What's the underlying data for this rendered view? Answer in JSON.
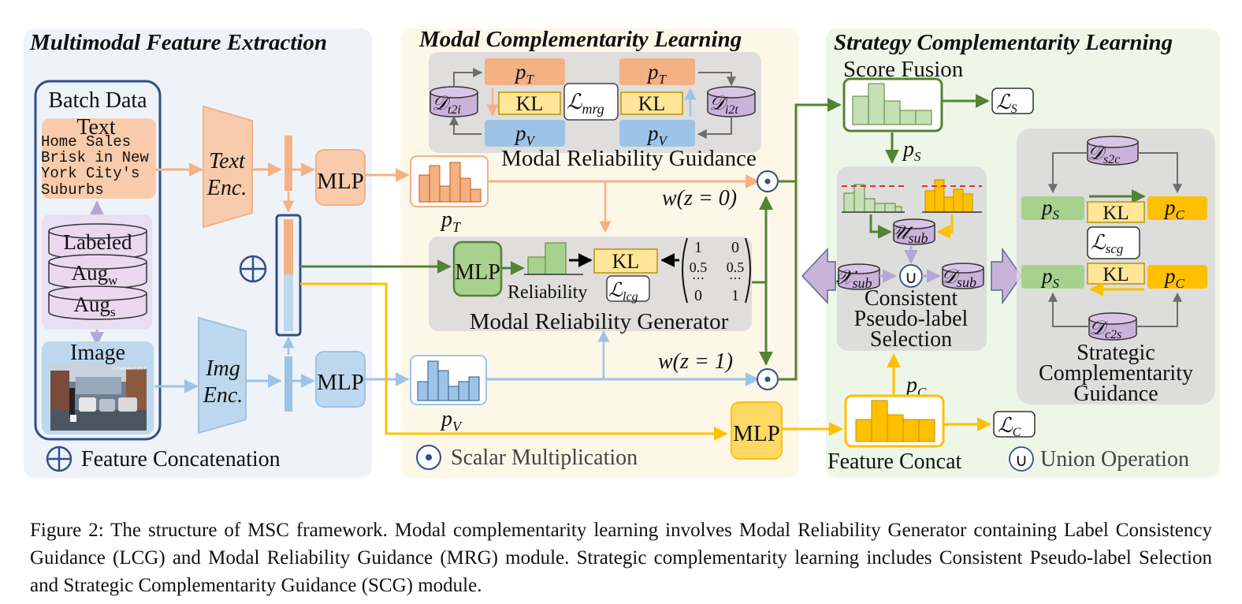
{
  "sections": {
    "extraction": "Multimodal Feature Extraction",
    "modal": "Modal Complementarity Learning",
    "strategy": "Strategy Complementarity Learning"
  },
  "batch": {
    "title": "Batch Data",
    "text_label": "Text",
    "text_content": [
      "Home Sales",
      "Brisk in New",
      "York City's",
      "Suburbs"
    ],
    "labeled": "Labeled",
    "aug_w": "Aug",
    "aug_w_sub": "w",
    "aug_s": "Aug",
    "aug_s_sub": "s",
    "image_label": "Image",
    "image_watermark": "© Published 2017"
  },
  "encoders": {
    "text": [
      "Text",
      "Enc."
    ],
    "img": [
      "Img",
      "Enc."
    ]
  },
  "mlp": "MLP",
  "mrg": {
    "title": "Modal Reliability Guidance",
    "p_T": "p",
    "p_T_sub": "T",
    "p_V": "p",
    "p_V_sub": "V",
    "kl": "KL",
    "loss": "ℒ",
    "loss_sub": "mrg",
    "d_t2i": "𝒟",
    "d_t2i_sub": "t2i",
    "d_i2t": "𝒟",
    "d_i2t_sub": "i2t"
  },
  "mrgen": {
    "title": "Modal Reliability Generator",
    "reliability": "Reliability",
    "kl": "KL",
    "loss": "ℒ",
    "loss_sub": "lcg",
    "matrix": [
      "1",
      "0",
      "0.5",
      "0.5",
      "⋯",
      "⋯",
      "0",
      "1"
    ]
  },
  "weights": {
    "w0": "w(z = 0)",
    "w1": "w(z = 1)"
  },
  "probs": {
    "pT": "p",
    "pT_sub": "T",
    "pV": "p",
    "pV_sub": "V",
    "pS": "p",
    "pS_sub": "S",
    "pC": "p",
    "pC_sub": "C"
  },
  "score_fusion": "Score Fusion",
  "feature_concat": "Feature Concat",
  "losses": {
    "Ls": "ℒ",
    "Ls_sub": "S",
    "Lc": "ℒ",
    "Lc_sub": "C"
  },
  "cpls": {
    "title": [
      "Consistent",
      "Pseudo-label",
      "Selection"
    ],
    "u_sub": "𝒰",
    "u_sub_sub": "sub",
    "x_sub": "𝒳",
    "x_sub_sub": "sub",
    "d_sub": "𝒟",
    "d_sub_sub": "sub",
    "union": "∪"
  },
  "scg": {
    "title": [
      "Strategic",
      "Complementarity",
      "Guidance"
    ],
    "d_s2c": "𝒟",
    "d_s2c_sub": "s2c",
    "d_c2s": "𝒟",
    "d_c2s_sub": "c2s",
    "p": "p",
    "s_sub": "S",
    "c_sub": "C",
    "kl": "KL",
    "loss": "ℒ",
    "loss_sub": "scg"
  },
  "legend": {
    "concat": "Feature Concatenation",
    "scalar": "Scalar Multiplication",
    "union": "Union Operation"
  },
  "caption": "Figure 2: The structure of MSC framework. Modal complementarity learning involves Modal Reliability Generator containing Label Consistency Guidance (LCG) and Modal Reliability Guidance (MRG) module. Strategic complementarity learning includes Consistent Pseudo-label Selection and Strategic Complementarity Guidance (SCG) module.",
  "colors": {
    "text_flow": "#f4b183",
    "image_flow": "#9dc3e6",
    "fusion_green": "#548235",
    "concat_yellow": "#ffc000",
    "union_purple": "#b4a7d6"
  }
}
